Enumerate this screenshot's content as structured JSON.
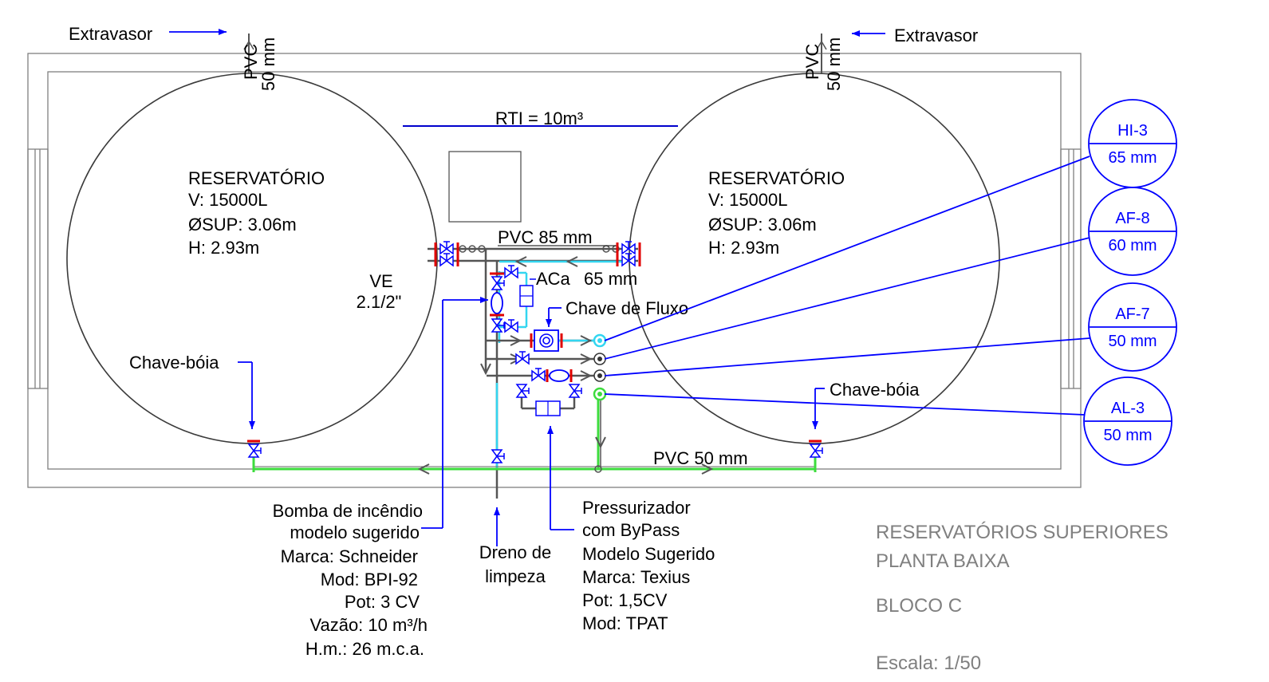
{
  "left_tank": {
    "title": "RESERVATÓRIO",
    "volume": "V: 15000L",
    "diameter": "ØSUP: 3.06m",
    "height": "H: 2.93m"
  },
  "right_tank": {
    "title": "RESERVATÓRIO",
    "volume": "V: 15000L",
    "diameter": "ØSUP: 3.06m",
    "height": "H: 2.93m"
  },
  "rti": "RTI = 10m³",
  "overflow_left": {
    "label": "Extravasor",
    "material": "PVC",
    "size": "50 mm"
  },
  "overflow_right": {
    "label": "Extravasor",
    "material": "PVC",
    "size": "50 mm"
  },
  "pipe_top": "PVC  85 mm",
  "pipe_65": "65 mm",
  "pipe_bottom": "PVC  50 mm",
  "aca": "ACa",
  "ve": {
    "line1": "VE",
    "line2": "2.1/2\""
  },
  "flow_switch": "Chave de Fluxo",
  "float_left": "Chave-bóia",
  "float_right": "Chave-bóia",
  "tags": [
    {
      "code": "HI-3",
      "size": "65 mm"
    },
    {
      "code": "AF-8",
      "size": "60 mm"
    },
    {
      "code": "AF-7",
      "size": "50 mm"
    },
    {
      "code": "AL-3",
      "size": "50 mm"
    }
  ],
  "pump": [
    "Bomba de incêndio",
    "modelo sugerido",
    "Marca: Schneider",
    "Mod: BPI-92",
    "Pot: 3 CV",
    "Vazão: 10 m³/h",
    "H.m.: 26 m.c.a."
  ],
  "drain": [
    "Dreno de",
    "limpeza"
  ],
  "pressurizer": [
    "Pressurizador",
    "com ByPass",
    "Modelo Sugerido",
    "Marca: Texius",
    "Pot: 1,5CV",
    "Mod: TPAT"
  ],
  "title_block": {
    "title": "RESERVATÓRIOS SUPERIORES",
    "subtitle": "PLANTA BAIXA",
    "block": "BLOCO C",
    "scale": "Escala: 1/50"
  },
  "colors": {
    "annotation": "#0000ff",
    "fire_pipe": "#33d6f0",
    "cold_pipe": "#3ddc3d",
    "valve_red": "#e00000"
  }
}
